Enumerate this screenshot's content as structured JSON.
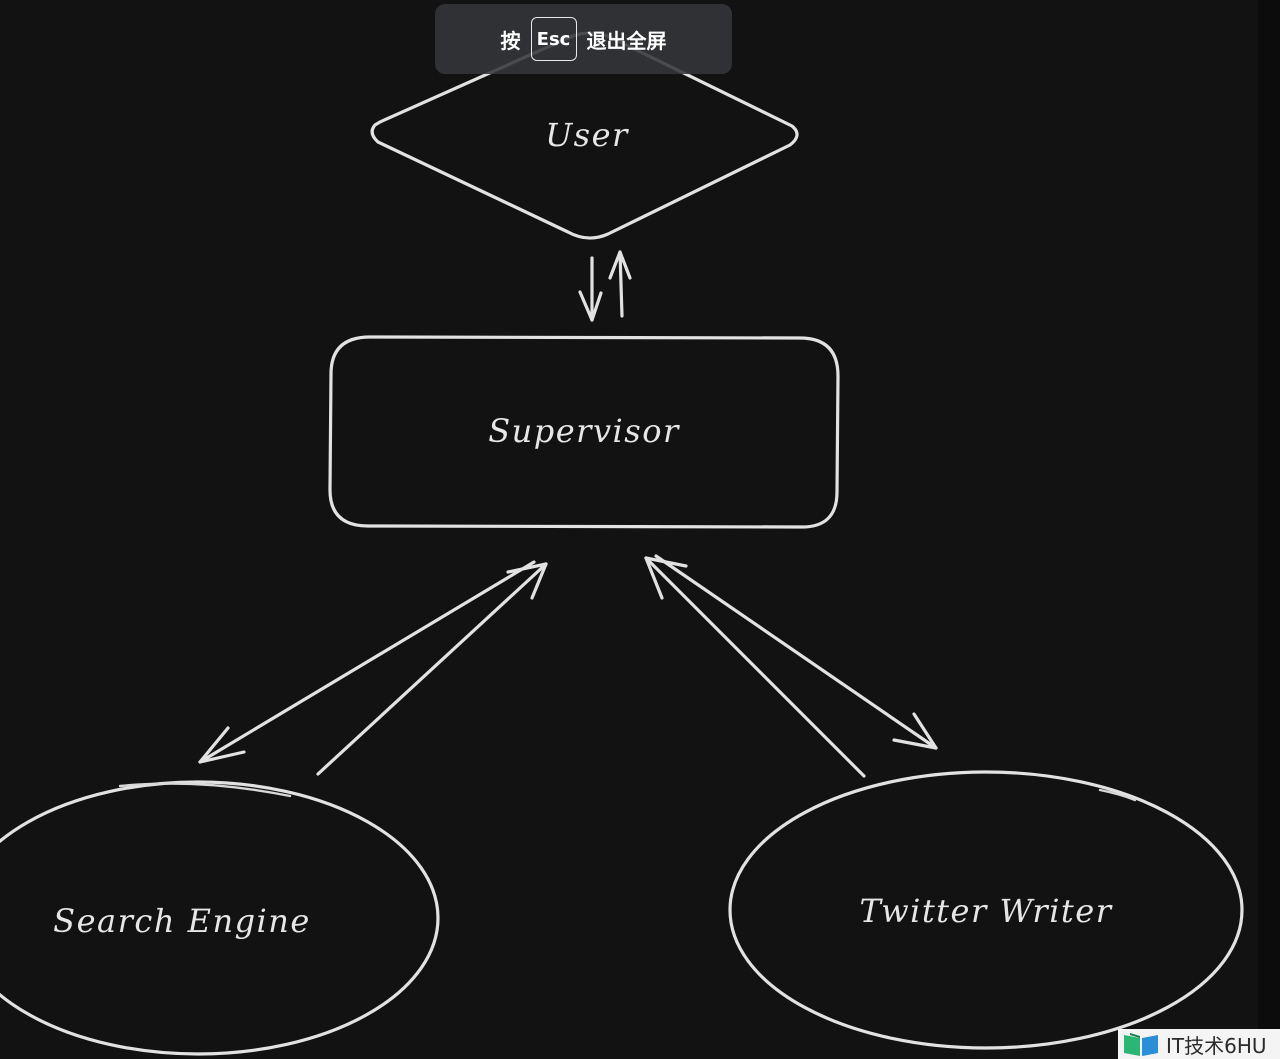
{
  "diagram": {
    "nodes": {
      "user": {
        "label": "User",
        "shape": "diamond"
      },
      "supervisor": {
        "label": "Supervisor",
        "shape": "rounded-rectangle"
      },
      "search_engine": {
        "label": "Search Engine",
        "shape": "ellipse"
      },
      "twitter_writer": {
        "label": "Twitter Writer",
        "shape": "ellipse"
      }
    },
    "edges": [
      {
        "from": "user",
        "to": "supervisor"
      },
      {
        "from": "supervisor",
        "to": "user"
      },
      {
        "from": "supervisor",
        "to": "search_engine"
      },
      {
        "from": "search_engine",
        "to": "supervisor"
      },
      {
        "from": "supervisor",
        "to": "twitter_writer"
      },
      {
        "from": "twitter_writer",
        "to": "supervisor"
      }
    ],
    "colors": {
      "background": "#121212",
      "stroke": "#e2e2e2",
      "text": "#e6e6e6"
    }
  },
  "fullscreen_hint": {
    "prefix": "按",
    "key": "Esc",
    "suffix": "退出全屏"
  },
  "watermark": {
    "text": "IT技术6HU",
    "logo_icon": "book-logo-icon"
  }
}
